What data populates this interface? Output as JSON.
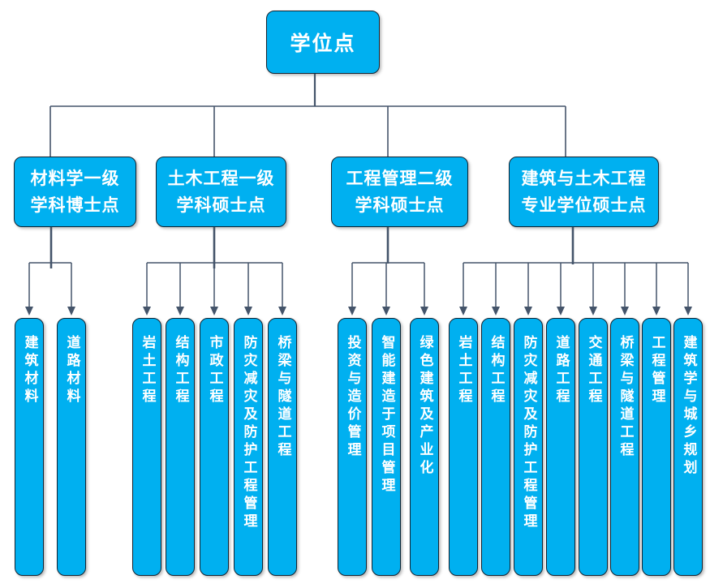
{
  "diagram": {
    "root": {
      "label": "学位点"
    },
    "groups": [
      {
        "label": [
          "材料学一级",
          "学科博士点"
        ],
        "children": [
          "建筑材料",
          "道路材料"
        ]
      },
      {
        "label": [
          "土木工程一级",
          "学科硕士点"
        ],
        "children": [
          "岩土工程",
          "结构工程",
          "市政工程",
          "防灾减灾及防护工程管理",
          "桥梁与隧道工程"
        ]
      },
      {
        "label": [
          "工程管理二级",
          "学科硕士点"
        ],
        "children": [
          "投资与造价管理",
          "智能建造于项目管理",
          "绿色建筑及产业化"
        ]
      },
      {
        "label": [
          "建筑与土木工程",
          "专业学位硕士点"
        ],
        "children": [
          "岩土工程",
          "结构工程",
          "防灾减灾及防护工程管理",
          "道路工程",
          "交通工程",
          "桥梁与隧道工程",
          "工程管理",
          "建筑学与城乡规划"
        ]
      }
    ],
    "colors": {
      "box_fill": "#00B0F0",
      "box_border": "#142330",
      "connector": "#44546A",
      "text": "#FFFFFF"
    }
  }
}
